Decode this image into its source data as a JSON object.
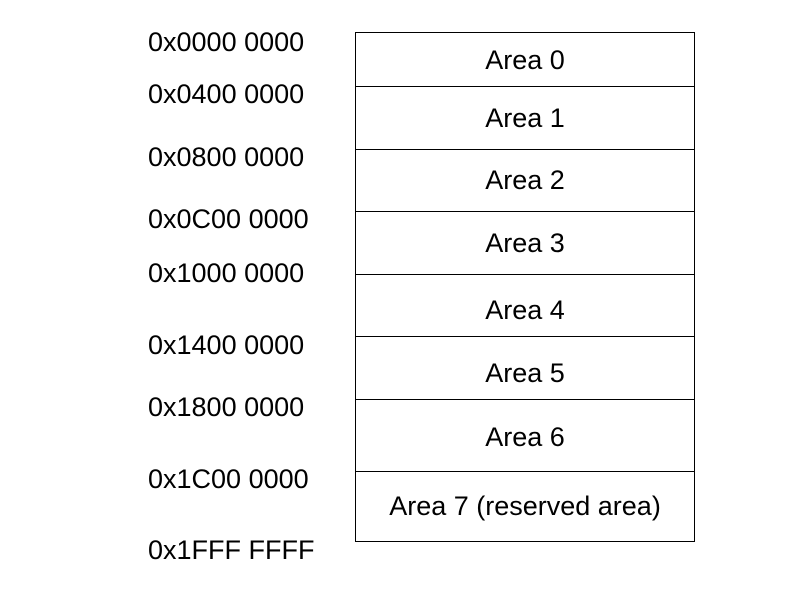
{
  "memory_map": {
    "addresses": [
      "0x0000 0000",
      "0x0400 0000",
      "0x0800 0000",
      "0x0C00 0000",
      "0x1000 0000",
      "0x1400 0000",
      "0x1800 0000",
      "0x1C00 0000",
      "0x1FFF FFFF"
    ],
    "areas": [
      "Area 0",
      "Area 1",
      "Area 2",
      "Area 3",
      "Area 4",
      "Area 5",
      "Area 6",
      "Area 7 (reserved area)"
    ]
  }
}
